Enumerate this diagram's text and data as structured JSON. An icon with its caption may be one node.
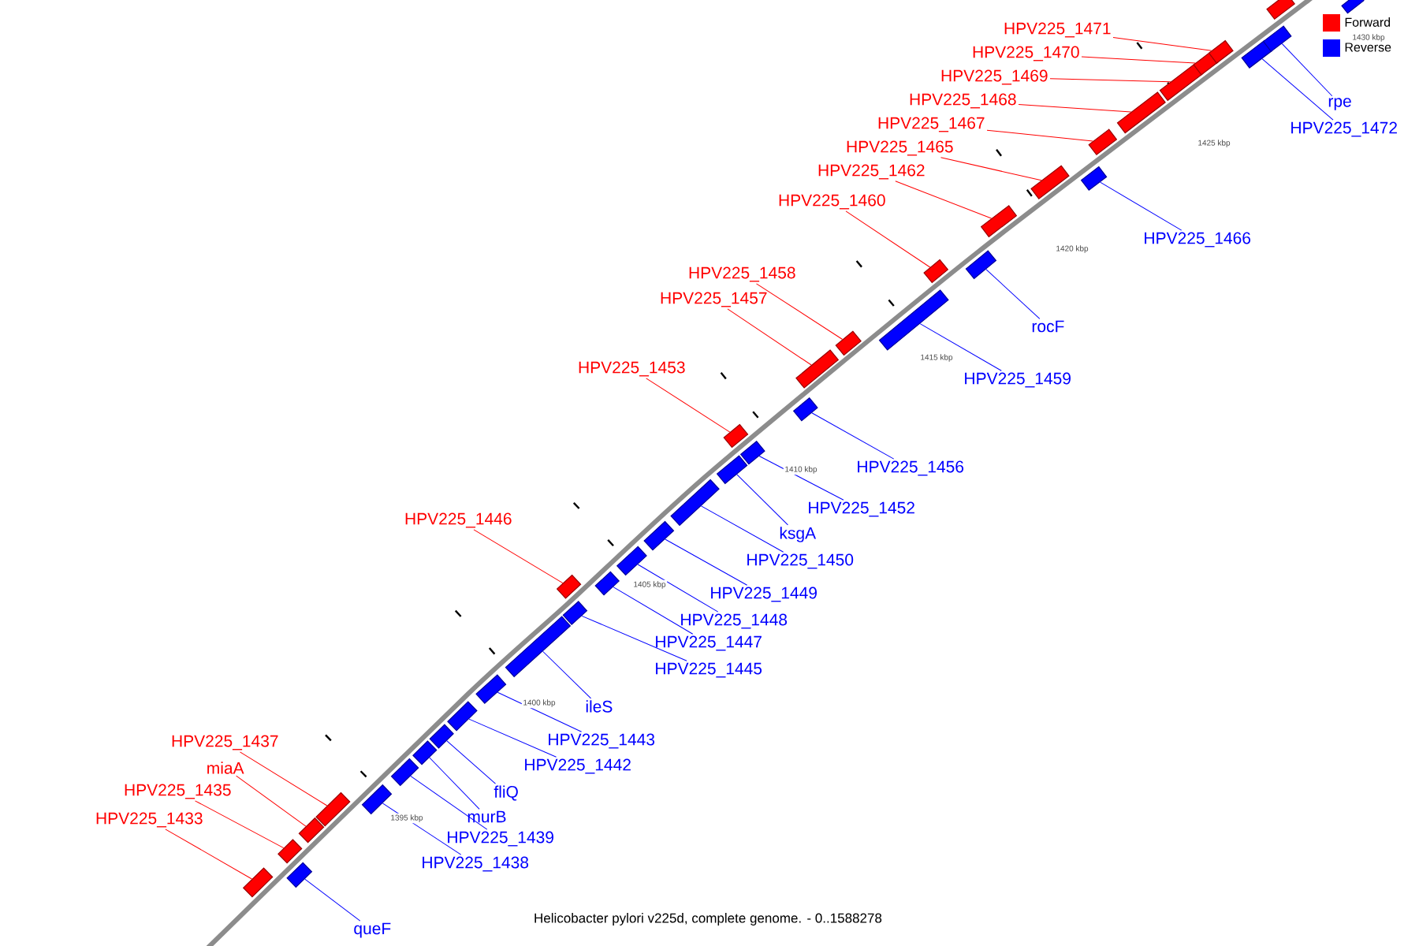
{
  "diagram": {
    "title": "Helicobacter pylori v225d, complete genome. - 0..1588278",
    "nodes": [
      {
        "text": [
          "queF"
        ]
      },
      {
        "text": [],
        "shape": "box"
      },
      {
        "text": [
          "HPV225_1433"
        ]
      },
      {
        "text": [],
        "shape": "box"
      },
      {
        "text": [
          "HPV225_1435"
        ]
      },
      {
        "text": [],
        "shape": "box"
      },
      {
        "text": [
          "miaA"
        ]
      },
      {
        "text": [],
        "shape": "box"
      },
      {
        "text": [
          "HPV225_1437"
        ]
      },
      {
        "text": [],
        "shape": "box"
      },
      {
        "text": [
          "HPV225_1438"
        ]
      },
      {
        "text": [],
        "shape": "box"
      },
      {
        "text": [
          "HPV225_1439"
        ]
      },
      {
        "text": [],
        "shape": "box"
      },
      {
        "text": [
          "murB"
        ]
      },
      {
        "text": [],
        "shape": "box"
      },
      {
        "text": [
          "fliQ"
        ]
      },
      {
        "text": [],
        "shape": "box"
      },
      {
        "text": [
          "HPV225_1442"
        ]
      },
      {
        "text": [],
        "shape": "box"
      },
      {
        "text": [
          "HPV225_1443"
        ]
      },
      {
        "text": [],
        "shape": "box"
      },
      {
        "text": [
          "ileS"
        ]
      },
      {
        "text": [],
        "shape": "box"
      },
      {
        "text": [
          "HPV225_1446"
        ]
      },
      {
        "text": [],
        "shape": "box"
      },
      {
        "text": [
          "HPV225_1445"
        ]
      },
      {
        "text": [],
        "shape": "box"
      },
      {
        "text": [
          "HPV225_1447"
        ]
      },
      {
        "text": [],
        "shape": "box"
      },
      {
        "text": [
          "HPV225_1448"
        ]
      },
      {
        "text": [],
        "shape": "box"
      },
      {
        "text": [
          "HPV225_1449"
        ]
      },
      {
        "text": [],
        "shape": "box"
      },
      {
        "text": [
          "HPV225_1450"
        ]
      },
      {
        "text": [],
        "shape": "box"
      },
      {
        "text": [
          "ksgA"
        ]
      },
      {
        "text": [],
        "shape": "box"
      },
      {
        "text": [
          "HPV225_1452"
        ]
      },
      {
        "text": [],
        "shape": "box"
      },
      {
        "text": [
          "HPV225_1453"
        ]
      },
      {
        "text": [],
        "shape": "box"
      },
      {
        "text": [
          "HPV225_1456"
        ]
      },
      {
        "text": [],
        "shape": "box"
      },
      {
        "text": [
          "HPV225_1457"
        ]
      },
      {
        "text": [],
        "shape": "box"
      },
      {
        "text": [
          "HPV225_1458"
        ]
      },
      {
        "text": [],
        "shape": "box"
      },
      {
        "text": [
          "HPV225_1459"
        ]
      },
      {
        "text": [],
        "shape": "box"
      },
      {
        "text": [
          "HPV225_1460"
        ]
      },
      {
        "text": [],
        "shape": "box"
      },
      {
        "text": [
          "rocF"
        ]
      },
      {
        "text": [],
        "shape": "box"
      },
      {
        "text": [
          "HPV225_1462"
        ]
      },
      {
        "text": [],
        "shape": "box"
      },
      {
        "text": [
          "HPV225_1465"
        ]
      },
      {
        "text": [],
        "shape": "box"
      },
      {
        "text": [
          "HPV225_1466"
        ]
      },
      {
        "text": [],
        "shape": "box"
      },
      {
        "text": [
          "HPV225_1467"
        ]
      },
      {
        "text": [],
        "shape": "box"
      },
      {
        "text": [
          "HPV225_1468"
        ]
      },
      {
        "text": [],
        "shape": "box"
      },
      {
        "text": [
          "HPV225_1469"
        ]
      },
      {
        "text": [],
        "shape": "box"
      },
      {
        "text": [
          "HPV225_1470"
        ]
      },
      {
        "text": [],
        "shape": "box"
      },
      {
        "text": [
          "HPV225_1471"
        ]
      },
      {
        "text": [],
        "shape": "box"
      },
      {
        "text": [
          "HPV225_1472"
        ]
      },
      {
        "text": [],
        "shape": "box"
      },
      {
        "text": [
          "rpe"
        ]
      },
      {
        "text": [],
        "shape": "box"
      },
      {
        "text": [],
        "shape": "box"
      },
      {
        "text": [],
        "shape": "box"
      }
    ],
    "edges": [
      {
        "from": 0,
        "to": 1,
        "arrow": "none",
        "color": "#0000ff"
      },
      {
        "from": 2,
        "to": 3,
        "arrow": "none",
        "color": "#ff0000"
      },
      {
        "from": 4,
        "to": 5,
        "arrow": "none",
        "color": "#ff0000"
      },
      {
        "from": 6,
        "to": 7,
        "arrow": "none",
        "color": "#ff0000"
      },
      {
        "from": 8,
        "to": 9,
        "arrow": "none",
        "color": "#ff0000"
      },
      {
        "from": 10,
        "to": 11,
        "arrow": "none",
        "color": "#0000ff"
      },
      {
        "from": 12,
        "to": 13,
        "arrow": "none",
        "color": "#0000ff"
      },
      {
        "from": 14,
        "to": 15,
        "arrow": "none",
        "color": "#0000ff"
      },
      {
        "from": 16,
        "to": 17,
        "arrow": "none",
        "color": "#0000ff"
      },
      {
        "from": 18,
        "to": 19,
        "arrow": "none",
        "color": "#0000ff"
      },
      {
        "from": 20,
        "to": 21,
        "arrow": "none",
        "color": "#0000ff"
      },
      {
        "from": 22,
        "to": 23,
        "arrow": "none",
        "color": "#0000ff"
      },
      {
        "from": 24,
        "to": 25,
        "arrow": "none",
        "color": "#ff0000"
      },
      {
        "from": 26,
        "to": 27,
        "arrow": "none",
        "color": "#0000ff"
      },
      {
        "from": 28,
        "to": 29,
        "arrow": "none",
        "color": "#0000ff"
      },
      {
        "from": 30,
        "to": 31,
        "arrow": "none",
        "color": "#0000ff"
      },
      {
        "from": 32,
        "to": 33,
        "arrow": "none",
        "color": "#0000ff"
      },
      {
        "from": 34,
        "to": 35,
        "arrow": "none",
        "color": "#0000ff"
      },
      {
        "from": 36,
        "to": 37,
        "arrow": "none",
        "color": "#0000ff"
      },
      {
        "from": 38,
        "to": 39,
        "arrow": "none",
        "color": "#0000ff"
      },
      {
        "from": 40,
        "to": 41,
        "arrow": "none",
        "color": "#ff0000"
      },
      {
        "from": 42,
        "to": 43,
        "arrow": "none",
        "color": "#0000ff"
      },
      {
        "from": 44,
        "to": 45,
        "arrow": "none",
        "color": "#ff0000"
      },
      {
        "from": 46,
        "to": 47,
        "arrow": "none",
        "color": "#ff0000"
      },
      {
        "from": 48,
        "to": 49,
        "arrow": "none",
        "color": "#0000ff"
      },
      {
        "from": 50,
        "to": 51,
        "arrow": "none",
        "color": "#ff0000"
      },
      {
        "from": 52,
        "to": 53,
        "arrow": "none",
        "color": "#0000ff"
      },
      {
        "from": 54,
        "to": 55,
        "arrow": "none",
        "color": "#ff0000"
      },
      {
        "from": 56,
        "to": 57,
        "arrow": "none",
        "color": "#ff0000"
      },
      {
        "from": 58,
        "to": 59,
        "arrow": "none",
        "color": "#0000ff"
      },
      {
        "from": 60,
        "to": 61,
        "arrow": "none",
        "color": "#ff0000"
      },
      {
        "from": 62,
        "to": 63,
        "arrow": "none",
        "color": "#ff0000"
      },
      {
        "from": 64,
        "to": 65,
        "arrow": "none",
        "color": "#ff0000"
      },
      {
        "from": 66,
        "to": 67,
        "arrow": "none",
        "color": "#ff0000"
      },
      {
        "from": 68,
        "to": 69,
        "arrow": "none",
        "color": "#ff0000"
      },
      {
        "from": 70,
        "to": 71,
        "arrow": "none",
        "color": "#0000ff"
      },
      {
        "from": 72,
        "to": 73,
        "arrow": "none",
        "color": "#0000ff"
      }
    ],
    "labels": [
      "1395 kbp",
      "1400 kbp",
      "1405 kbp",
      "1410 kbp",
      "1415 kbp",
      "1420 kbp",
      "1425 kbp",
      "1430 kbp"
    ],
    "legend": [
      {
        "text": "Forward",
        "color": "#ff0000"
      },
      {
        "text": "Reverse",
        "color": "#0000ff"
      }
    ]
  }
}
